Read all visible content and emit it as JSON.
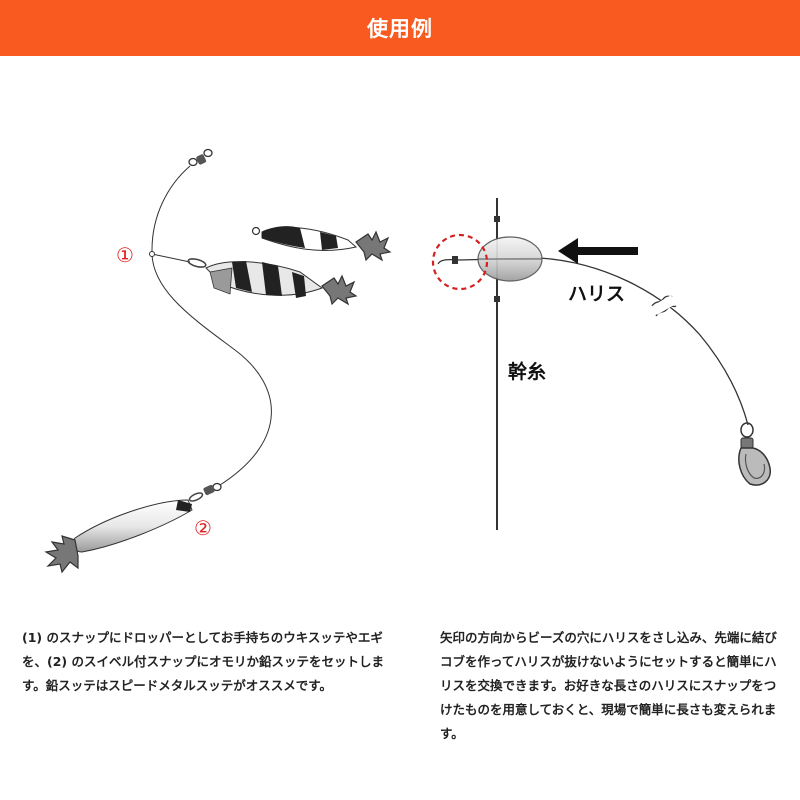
{
  "header": {
    "title": "使用例"
  },
  "left_diagram": {
    "label_1": "①",
    "label_2": "②",
    "caption": "(1) のスナップにドロッパーとしてお手持ちのウキスッテやエギを、(2) のスイベル付スナップにオモリか鉛スッテをセットします。鉛スッテはスピードメタルスッテがオススメです。"
  },
  "right_diagram": {
    "label_harisu": "ハリス",
    "label_mikiito": "幹糸",
    "caption": "矢印の方向からビーズの穴にハリスをさし込み、先端に結びコブを作ってハリスが抜けないようにセットすると簡単にハリスを交換できます。お好きな長さのハリスにスナップをつけたものを用意しておくと、現場で簡単に長さも変えられます。"
  },
  "colors": {
    "accent": "#f95a1f",
    "label_red": "#e02020",
    "line": "#333333"
  },
  "icons": [
    "snap-swivel-icon",
    "squid-jig-icon",
    "sinker-icon",
    "bead-icon",
    "arrow-left-icon",
    "snap-icon"
  ]
}
